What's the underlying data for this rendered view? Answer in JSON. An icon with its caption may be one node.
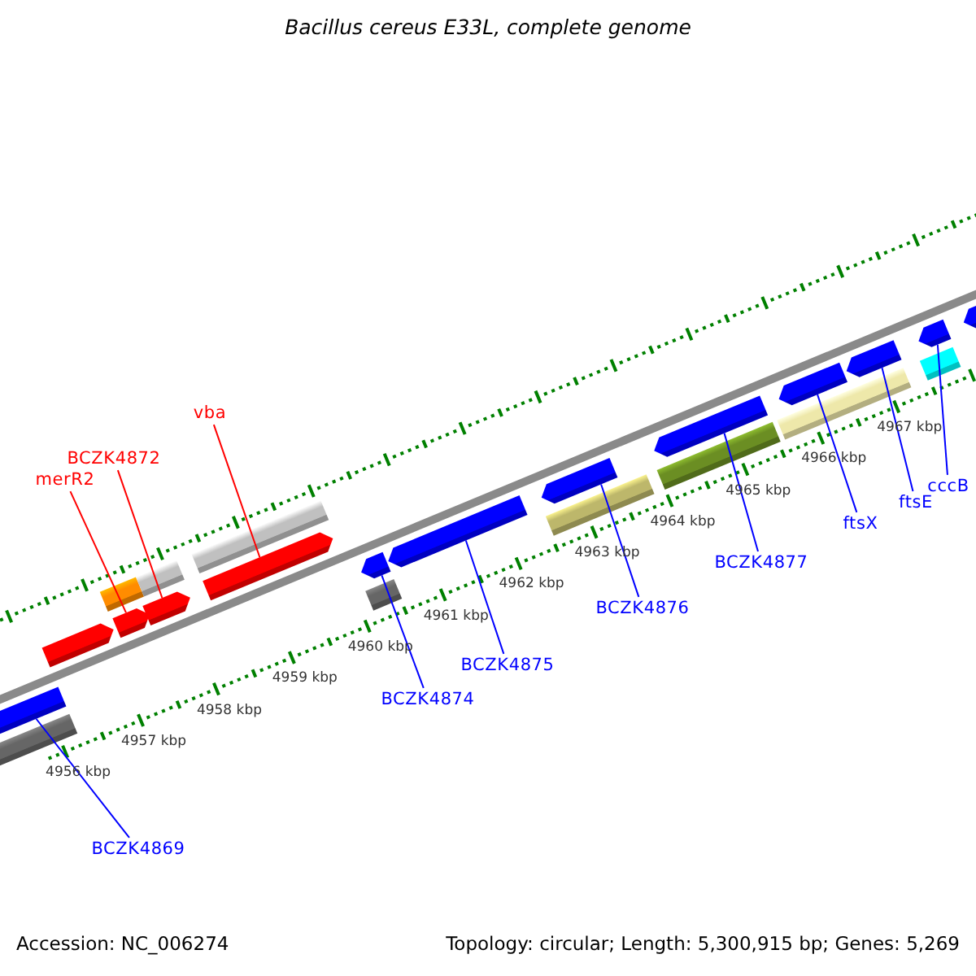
{
  "diagram": {
    "title": "Bacillus cereus E33L, complete genome",
    "nodes": [
      {
        "text": [
          "vba"
        ]
      },
      {
        "text": [
          "BCZK4872"
        ]
      },
      {
        "text": [
          "merR2"
        ]
      },
      {
        "text": [
          "cccB"
        ]
      },
      {
        "text": [
          "ftsE"
        ]
      },
      {
        "text": [
          "ftsX"
        ]
      },
      {
        "text": [
          "BCZK4877"
        ]
      },
      {
        "text": [
          "BCZK4876"
        ]
      },
      {
        "text": [
          "BCZK4875"
        ]
      },
      {
        "text": [
          "BCZK4874"
        ]
      },
      {
        "text": [
          "BCZK4869"
        ]
      },
      {
        "text": [],
        "shape": "pentagon"
      },
      {
        "text": [],
        "shape": "bar"
      },
      {
        "text": [],
        "shape": "pentagon"
      },
      {
        "text": [],
        "shape": "bar"
      },
      {
        "text": [],
        "shape": "pentagon"
      },
      {
        "text": [],
        "shape": "pentagon"
      },
      {
        "text": [],
        "shape": "bar"
      },
      {
        "text": [],
        "shape": "pentagon"
      },
      {
        "text": [],
        "shape": "bar"
      },
      {
        "text": [],
        "shape": "bar"
      },
      {
        "text": [],
        "shape": "pentagon"
      },
      {
        "text": [],
        "shape": "pentagon"
      },
      {
        "text": [],
        "shape": "bar"
      },
      {
        "text": [],
        "shape": "pentagon"
      },
      {
        "text": [],
        "shape": "bar"
      },
      {
        "text": [],
        "shape": "pentagon"
      },
      {
        "text": [],
        "shape": "bar"
      },
      {
        "text": [],
        "shape": "pentagon"
      },
      {
        "text": [],
        "shape": "pentagon"
      },
      {
        "text": [],
        "shape": "bar"
      },
      {
        "text": [],
        "shape": "pentagon"
      },
      {
        "text": [],
        "shape": "pentagon"
      }
    ],
    "edges": [
      {
        "from": 0,
        "to": 18,
        "arrow": "none",
        "color": "#ff0000"
      },
      {
        "from": 1,
        "to": 16,
        "arrow": "none",
        "color": "#ff0000"
      },
      {
        "from": 2,
        "to": 15,
        "arrow": "none",
        "color": "#ff0000"
      },
      {
        "from": 3,
        "to": 31,
        "arrow": "none"
      },
      {
        "from": 4,
        "to": 29,
        "arrow": "none"
      },
      {
        "from": 5,
        "to": 28,
        "arrow": "none"
      },
      {
        "from": 6,
        "to": 26,
        "arrow": "none"
      },
      {
        "from": 7,
        "to": 24,
        "arrow": "none"
      },
      {
        "from": 8,
        "to": 22,
        "arrow": "none"
      },
      {
        "from": 9,
        "to": 21,
        "arrow": "none"
      },
      {
        "from": 10,
        "to": 11,
        "arrow": "none"
      }
    ],
    "labels": [
      "4967 kbp",
      "4966 kbp",
      "4965 kbp",
      "4964 kbp",
      "4963 kbp",
      "4962 kbp",
      "4961 kbp",
      "4960 kbp",
      "4959 kbp",
      "4958 kbp",
      "4957 kbp",
      "4956 kbp",
      "Accession: NC_006274",
      "Topology: circular; Length: 5,300,915 bp; Genes: 5,269"
    ]
  }
}
